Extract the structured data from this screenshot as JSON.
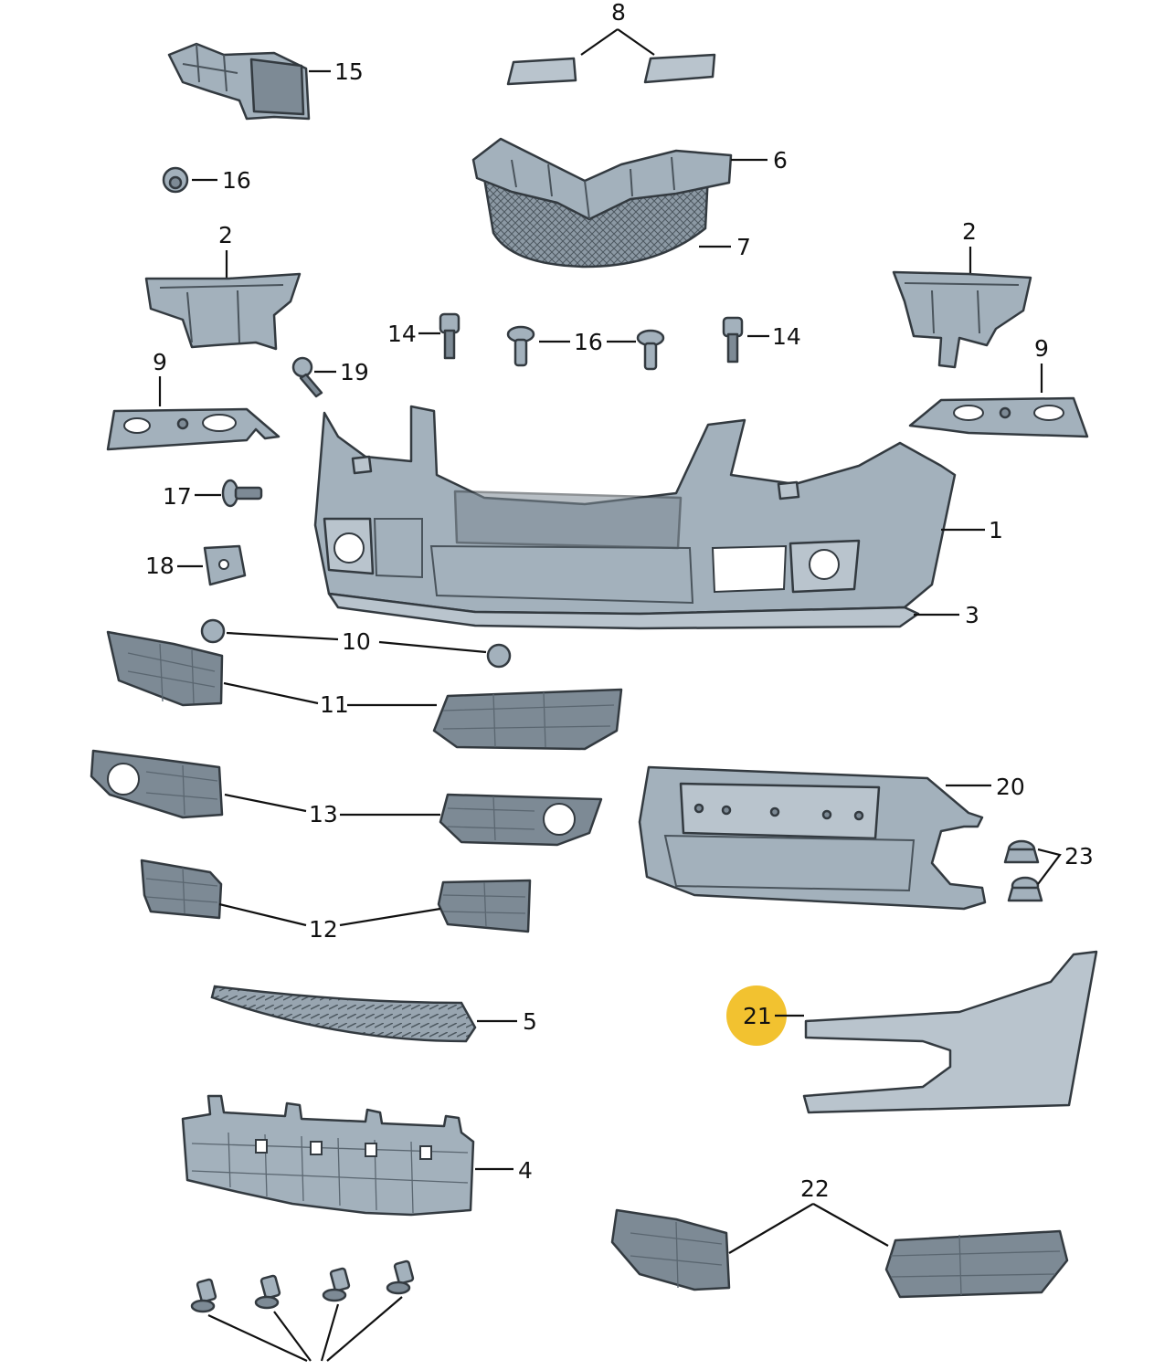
{
  "callouts": {
    "c1": "1",
    "c2a": "2",
    "c2b": "2",
    "c3": "3",
    "c4": "4",
    "c5": "5",
    "c6": "6",
    "c7": "7",
    "c8": "8",
    "c9a": "9",
    "c9b": "9",
    "c10": "10",
    "c11": "11",
    "c12": "12",
    "c13": "13",
    "c14a": "14",
    "c14b": "14",
    "c15": "15",
    "c16a": "16",
    "c16b": "16",
    "c17": "17",
    "c18": "18",
    "c19": "19",
    "c20": "20",
    "c21": "21",
    "c22": "22",
    "c23": "23"
  },
  "colors": {
    "part_fill": "#a3b1bc",
    "part_outline": "#333a40",
    "highlight_badge": "#f2c230"
  }
}
